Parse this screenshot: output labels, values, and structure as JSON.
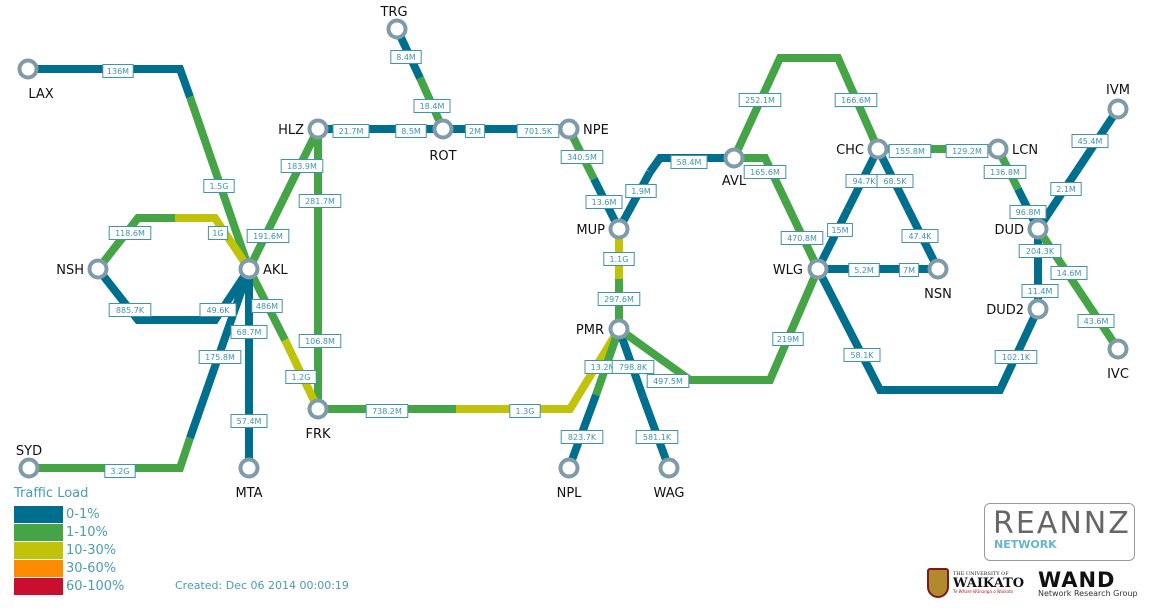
{
  "colors": {
    "0-1%": "#006f8e",
    "1-10%": "#45a445",
    "10-30%": "#c1c30a",
    "30-60%": "#ff8c00",
    "60-100%": "#c8102e",
    "node_ring": "#7f9aa8"
  },
  "nodes": [
    {
      "id": "LAX",
      "label": "LAX"
    },
    {
      "id": "TRG",
      "label": "TRG"
    },
    {
      "id": "HLZ",
      "label": "HLZ"
    },
    {
      "id": "ROT",
      "label": "ROT"
    },
    {
      "id": "NPE",
      "label": "NPE"
    },
    {
      "id": "AKL",
      "label": "AKL"
    },
    {
      "id": "NSH",
      "label": "NSH"
    },
    {
      "id": "SYD",
      "label": "SYD"
    },
    {
      "id": "MTA",
      "label": "MTA"
    },
    {
      "id": "FRK",
      "label": "FRK"
    },
    {
      "id": "MUP",
      "label": "MUP"
    },
    {
      "id": "PMR",
      "label": "PMR"
    },
    {
      "id": "NPL",
      "label": "NPL"
    },
    {
      "id": "WAG",
      "label": "WAG"
    },
    {
      "id": "AVL",
      "label": "AVL"
    },
    {
      "id": "CHC",
      "label": "CHC"
    },
    {
      "id": "LCN",
      "label": "LCN"
    },
    {
      "id": "WLG",
      "label": "WLG"
    },
    {
      "id": "NSN",
      "label": "NSN"
    },
    {
      "id": "DUD",
      "label": "DUD"
    },
    {
      "id": "DUD2",
      "label": "DUD2"
    },
    {
      "id": "IVM",
      "label": "IVM"
    },
    {
      "id": "IVC",
      "label": "IVC"
    }
  ],
  "links": [
    {
      "id": "lax-akl",
      "from": "LAX",
      "to": "AKL",
      "a": {
        "value": "136M",
        "load": "0-1%"
      },
      "b": {
        "value": "1.5G",
        "load": "1-10%"
      }
    },
    {
      "id": "nsh-akl-1",
      "from": "NSH",
      "to": "AKL",
      "a": {
        "value": "118.6M",
        "load": "1-10%"
      },
      "b": {
        "value": "1G",
        "load": "10-30%"
      }
    },
    {
      "id": "nsh-akl-2",
      "from": "NSH",
      "to": "AKL",
      "a": {
        "value": "885.7K",
        "load": "0-1%"
      },
      "b": {
        "value": "49.6K",
        "load": "0-1%"
      }
    },
    {
      "id": "akl-hlz",
      "from": "AKL",
      "to": "HLZ",
      "a": {
        "value": "191.6M",
        "load": "1-10%"
      },
      "b": {
        "value": "183.9M",
        "load": "1-10%"
      }
    },
    {
      "id": "hlz-frk",
      "from": "HLZ",
      "to": "FRK",
      "a": {
        "value": "281.7M",
        "load": "1-10%"
      },
      "b": {
        "value": "106.8M",
        "load": "1-10%"
      }
    },
    {
      "id": "akl-frk",
      "from": "AKL",
      "to": "FRK",
      "a": {
        "value": "486M",
        "load": "1-10%"
      },
      "b": {
        "value": "1.2G",
        "load": "10-30%"
      }
    },
    {
      "id": "akl-mta",
      "from": "AKL",
      "to": "MTA",
      "a": {
        "value": "68.7M",
        "load": "0-1%"
      },
      "b": {
        "value": "57.4M",
        "load": "0-1%"
      }
    },
    {
      "id": "akl-syd",
      "from": "AKL",
      "to": "SYD",
      "a": {
        "value": "175.8M",
        "load": "0-1%"
      },
      "b": {
        "value": "3.2G",
        "load": "1-10%"
      }
    },
    {
      "id": "hlz-rot",
      "from": "HLZ",
      "to": "ROT",
      "a": {
        "value": "21.7M",
        "load": "0-1%"
      },
      "b": {
        "value": "8.5M",
        "load": "0-1%"
      }
    },
    {
      "id": "trg-rot",
      "from": "TRG",
      "to": "ROT",
      "a": {
        "value": "8.4M",
        "load": "0-1%"
      },
      "b": {
        "value": "18.4M",
        "load": "1-10%"
      }
    },
    {
      "id": "rot-npe",
      "from": "ROT",
      "to": "NPE",
      "a": {
        "value": "2M",
        "load": "0-1%"
      },
      "b": {
        "value": "701.5K",
        "load": "0-1%"
      }
    },
    {
      "id": "npe-mup",
      "from": "NPE",
      "to": "MUP",
      "a": {
        "value": "340.5M",
        "load": "1-10%"
      },
      "b": {
        "value": "13.6M",
        "load": "0-1%"
      }
    },
    {
      "id": "mup-avl",
      "from": "MUP",
      "to": "AVL",
      "a": {
        "value": "1.9M",
        "load": "0-1%"
      },
      "b": {
        "value": "58.4M",
        "load": "0-1%"
      }
    },
    {
      "id": "mup-pmr",
      "from": "MUP",
      "to": "PMR",
      "a": {
        "value": "1.1G",
        "load": "10-30%"
      },
      "b": {
        "value": "297.6M",
        "load": "1-10%"
      }
    },
    {
      "id": "frk-pmr",
      "from": "FRK",
      "to": "PMR",
      "a": {
        "value": "738.2M",
        "load": "1-10%"
      },
      "b": {
        "value": "1.3G",
        "load": "10-30%"
      }
    },
    {
      "id": "pmr-npl",
      "from": "PMR",
      "to": "NPL",
      "a": {
        "value": "13.2M",
        "load": "1-10%"
      },
      "b": {
        "value": "823.7K",
        "load": "0-1%"
      }
    },
    {
      "id": "pmr-wag",
      "from": "PMR",
      "to": "WAG",
      "a": {
        "value": "798.8K",
        "load": "0-1%"
      },
      "b": {
        "value": "581.1K",
        "load": "0-1%"
      }
    },
    {
      "id": "pmr-wlg",
      "from": "PMR",
      "to": "WLG",
      "a": {
        "value": "497.5M",
        "load": "1-10%"
      },
      "b": {
        "value": "219M",
        "load": "1-10%"
      }
    },
    {
      "id": "avl-wlg",
      "from": "AVL",
      "to": "WLG",
      "a": {
        "value": "165.6M",
        "load": "1-10%"
      },
      "b": {
        "value": "470.8M",
        "load": "1-10%"
      }
    },
    {
      "id": "avl-chc",
      "from": "AVL",
      "to": "CHC",
      "a": {
        "value": "252.1M",
        "load": "1-10%"
      },
      "b": {
        "value": "166.6M",
        "load": "1-10%"
      }
    },
    {
      "id": "chc-lcn",
      "from": "CHC",
      "to": "LCN",
      "a": {
        "value": "155.8M",
        "load": "1-10%"
      },
      "b": {
        "value": "129.2M",
        "load": "1-10%"
      }
    },
    {
      "id": "chc-wlg",
      "from": "CHC",
      "to": "WLG",
      "a": {
        "value": "94.7K",
        "load": "0-1%"
      },
      "b": {
        "value": "15M",
        "load": "0-1%"
      }
    },
    {
      "id": "chc-nsn",
      "from": "CHC",
      "to": "NSN",
      "a": {
        "value": "68.5K",
        "load": "0-1%"
      },
      "b": {
        "value": "47.4K",
        "load": "0-1%"
      }
    },
    {
      "id": "wlg-nsn",
      "from": "WLG",
      "to": "NSN",
      "a": {
        "value": "5.2M",
        "load": "0-1%"
      },
      "b": {
        "value": "7M",
        "load": "0-1%"
      }
    },
    {
      "id": "wlg-dud2",
      "from": "WLG",
      "to": "DUD2",
      "a": {
        "value": "58.1K",
        "load": "0-1%"
      },
      "b": {
        "value": "102.1K",
        "load": "0-1%"
      }
    },
    {
      "id": "lcn-dud",
      "from": "LCN",
      "to": "DUD",
      "a": {
        "value": "136.8M",
        "load": "1-10%"
      },
      "b": {
        "value": "96.8M",
        "load": "0-1%"
      }
    },
    {
      "id": "dud-ivm",
      "from": "DUD",
      "to": "IVM",
      "a": {
        "value": "2.1M",
        "load": "0-1%"
      },
      "b": {
        "value": "45.4M",
        "load": "0-1%"
      }
    },
    {
      "id": "dud-dud2",
      "from": "DUD",
      "to": "DUD2",
      "a": {
        "value": "204.3K",
        "load": "0-1%"
      },
      "b": {
        "value": "11.4M",
        "load": "0-1%"
      }
    },
    {
      "id": "dud-ivc",
      "from": "DUD",
      "to": "IVC",
      "a": {
        "value": "14.6M",
        "load": "1-10%"
      },
      "b": {
        "value": "43.6M",
        "load": "1-10%"
      }
    }
  ],
  "legend": {
    "title": "Traffic Load",
    "items": [
      {
        "label": "0-1%",
        "color": "#006f8e"
      },
      {
        "label": "1-10%",
        "color": "#45a445"
      },
      {
        "label": "10-30%",
        "color": "#c1c30a"
      },
      {
        "label": "30-60%",
        "color": "#ff8c00"
      },
      {
        "label": "60-100%",
        "color": "#c8102e"
      }
    ]
  },
  "created": "Created: Dec 06 2014 00:00:19",
  "logos": {
    "reannz": "REANNZ",
    "reannz_sub": "NETWORK",
    "waikato_top": "THE UNIVERSITY OF",
    "waikato_main": "WAIKATO",
    "waikato_motto": "Te Whare Wānanga o Waikato",
    "wand": "WAND",
    "wand_sub": "Network Research Group"
  }
}
